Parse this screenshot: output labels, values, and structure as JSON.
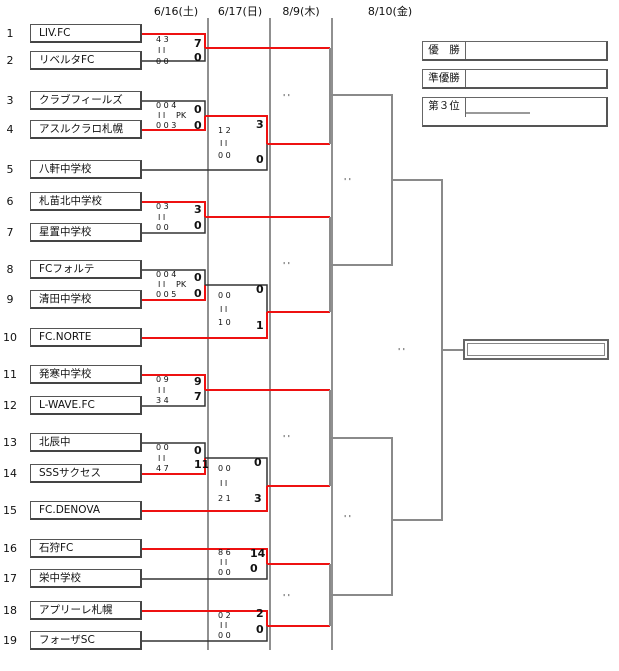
{
  "rounds": [
    "6/16(土)",
    "6/17(日)",
    "8/9(木)",
    "8/10(金)"
  ],
  "teams": [
    {
      "num": "1",
      "name": "LIV.FC"
    },
    {
      "num": "2",
      "name": "リベルタFC"
    },
    {
      "num": "3",
      "name": "クラブフィールズ"
    },
    {
      "num": "4",
      "name": "アスルクラロ札幌"
    },
    {
      "num": "5",
      "name": "八軒中学校"
    },
    {
      "num": "6",
      "name": "札苗北中学校"
    },
    {
      "num": "7",
      "name": "星置中学校"
    },
    {
      "num": "8",
      "name": "FCフォルテ"
    },
    {
      "num": "9",
      "name": "清田中学校"
    },
    {
      "num": "10",
      "name": "FC.NORTE"
    },
    {
      "num": "11",
      "name": "発寒中学校"
    },
    {
      "num": "12",
      "name": "L-WAVE.FC"
    },
    {
      "num": "13",
      "name": "北辰中"
    },
    {
      "num": "14",
      "name": "SSSサクセス"
    },
    {
      "num": "15",
      "name": "FC.DENOVA"
    },
    {
      "num": "16",
      "name": "石狩FC"
    },
    {
      "num": "17",
      "name": "栄中学校"
    },
    {
      "num": "18",
      "name": "アプリーレ札幌"
    },
    {
      "num": "19",
      "name": "フォーザSC"
    }
  ],
  "matches": [
    {
      "round": "6/16",
      "top_half": "4 3",
      "bottom_half": "0 0",
      "top_score": "7",
      "bottom_score": "0"
    },
    {
      "round": "6/16",
      "top_half": "0 0 4",
      "bottom_half": "0 0 3",
      "pk": "PK",
      "top_score": "0",
      "bottom_score": "0"
    },
    {
      "round": "6/17",
      "top_half": "1 2",
      "bottom_half": "0 0",
      "top_score": "3",
      "bottom_score": "0"
    },
    {
      "round": "6/16",
      "top_half": "0 3",
      "bottom_half": "0 0",
      "top_score": "3",
      "bottom_score": "0"
    },
    {
      "round": "6/16",
      "top_half": "0 0 4",
      "bottom_half": "0 0 5",
      "pk": "PK",
      "top_score": "0",
      "bottom_score": "0"
    },
    {
      "round": "6/17",
      "top_half": "0 0",
      "bottom_half": "1 0",
      "top_score": "0",
      "bottom_score": "1"
    },
    {
      "round": "6/16",
      "top_half": "0 9",
      "bottom_half": "3 4",
      "top_score": "9",
      "bottom_score": "7"
    },
    {
      "round": "6/16",
      "top_half": "0 0",
      "bottom_half": "4 7",
      "top_score": "0",
      "bottom_score": "11"
    },
    {
      "round": "6/17",
      "top_half": "0 0",
      "bottom_half": "2 1",
      "top_score": "0",
      "bottom_score": "3"
    },
    {
      "round": "6/17",
      "top_half": "8 6",
      "bottom_half": "0 0",
      "top_score": "14",
      "bottom_score": "0"
    },
    {
      "round": "6/17",
      "top_half": "0 2",
      "bottom_half": "0 0",
      "top_score": "2",
      "bottom_score": "0"
    }
  ],
  "results": [
    {
      "label": "優　勝",
      "value": ""
    },
    {
      "label": "準優勝",
      "value": ""
    },
    {
      "label": "第３位",
      "value": ""
    }
  ],
  "colors": {
    "winner_line": "#ee1111",
    "pending_line": "#8a8a8a",
    "dark_line": "#333333"
  }
}
